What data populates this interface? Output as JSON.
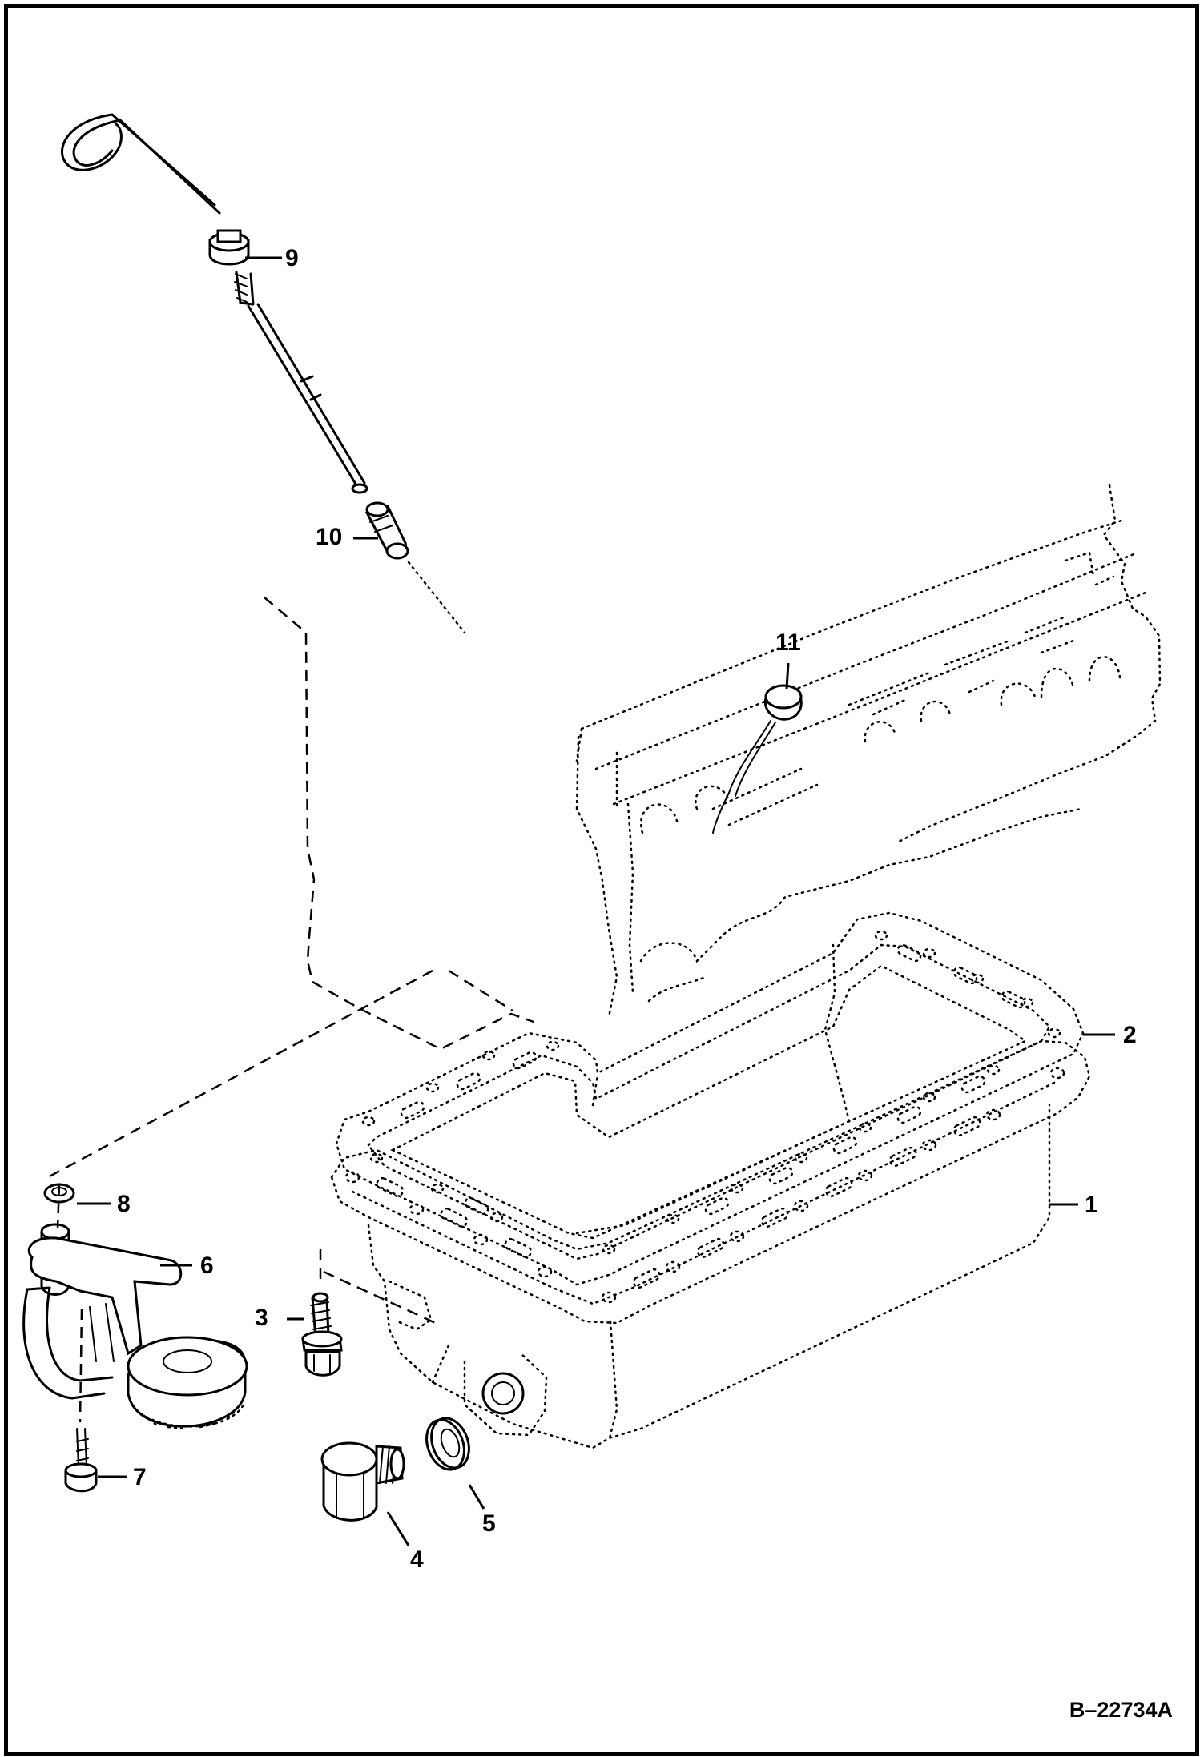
{
  "diagram": {
    "reference_code": "B–22734A",
    "callouts": {
      "oil_pan": "1",
      "gasket": "2",
      "bolt": "3",
      "drain_plug": "4",
      "washer": "5",
      "strainer": "6",
      "strainer_bolt": "7",
      "o_ring": "8",
      "dipstick": "9",
      "dipstick_guide": "10",
      "cap": "11"
    }
  }
}
